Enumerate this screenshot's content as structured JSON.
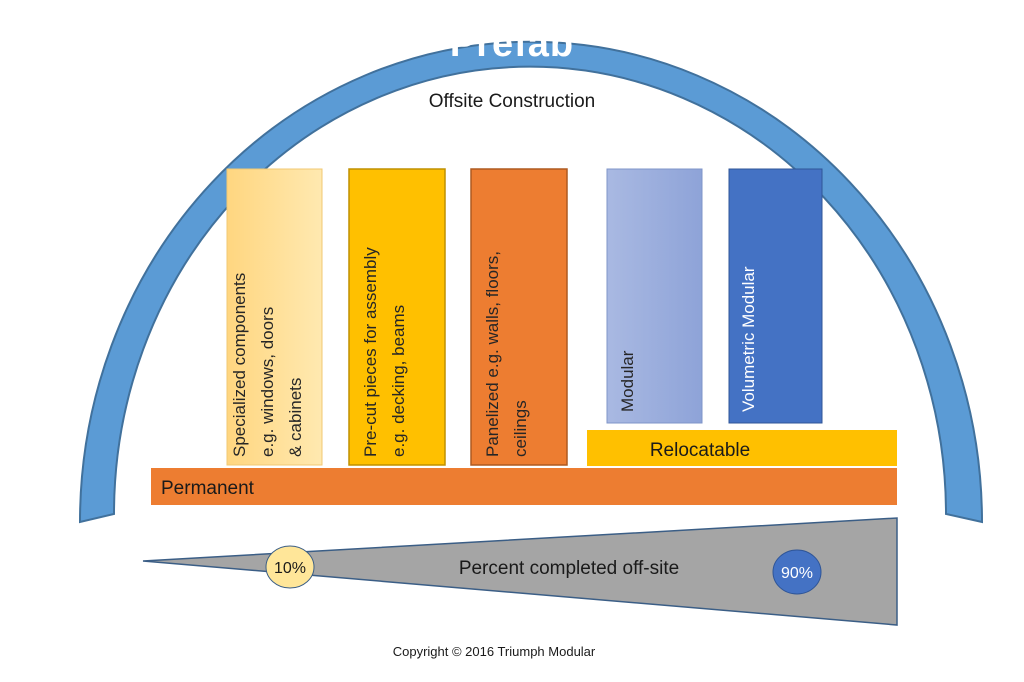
{
  "title": "Prefab",
  "subtitle": "Offsite Construction",
  "categories": [
    {
      "lines": [
        "Specialized components",
        "e.g. windows, doors",
        "& cabinets"
      ]
    },
    {
      "lines": [
        "Pre-cut pieces for assembly",
        "e.g. decking, beams"
      ]
    },
    {
      "lines": [
        "Panelized e.g. walls, floors,",
        "ceilings"
      ]
    },
    {
      "lines": [
        "Modular"
      ]
    },
    {
      "lines": [
        "Volumetric Modular"
      ]
    }
  ],
  "bars": {
    "relocatable": "Relocatable",
    "permanent": "Permanent"
  },
  "scale": {
    "label": "Percent completed off-site",
    "low": "10%",
    "high": "90%"
  },
  "copyright": "Copyright © 2016  Triumph Modular",
  "colors": {
    "arc": "#5b9bd5",
    "arc_stroke": "#41719c",
    "specialized": "#ffd97a",
    "precut": "#ffc000",
    "panelized": "#ed7d31",
    "modular": "#9fb1df",
    "volumetric": "#4472c4",
    "relocatable": "#ffc000",
    "permanent": "#ed7d31",
    "wedge": "#a5a5a5",
    "low_circle": "#ffe699",
    "high_circle": "#4472c4"
  }
}
